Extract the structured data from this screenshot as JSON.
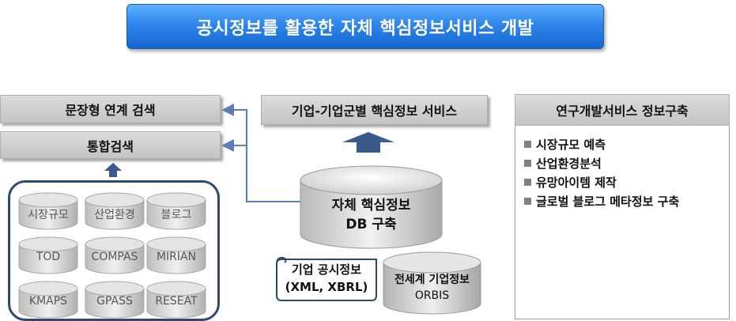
{
  "title": "공시정보를 활용한 자체 핵심정보서비스 개발",
  "left_panel": {
    "sentence_search": "문장형 연계 검색",
    "integrated_search": "통합검색",
    "databases": [
      "시장규모",
      "산업환경",
      "블로그",
      "TOD",
      "COMPAS",
      "MIRIAN",
      "KMAPS",
      "GPASS",
      "RESEAT"
    ]
  },
  "center_panel": {
    "header": "기업-기업군별 핵심정보 서비스",
    "core_db_line1": "자체 핵심정보",
    "core_db_line2": "DB 구축",
    "disclosure_line1": "기업 공시정보",
    "disclosure_line2": "(XML, XBRL)",
    "global_line1": "전세계 기업정보",
    "global_line2": "ORBIS"
  },
  "right_panel": {
    "header": "연구개발서비스 정보구축",
    "items": [
      "시장규모 예측",
      "산업환경분석",
      "유망아이템 제작",
      "글로벌 블로그 메타정보 구축"
    ]
  },
  "colors": {
    "banner": "#2f86ea",
    "arrow": "#3a5a8c",
    "connector": "#5b7fb5",
    "group_border": "#2d4a6e"
  }
}
